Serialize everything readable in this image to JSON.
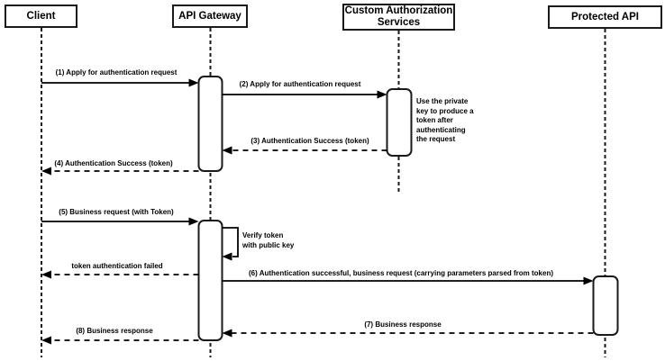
{
  "colors": {
    "line": "#000000",
    "fill": "#ffffff"
  },
  "diagram": {
    "type": "sequence",
    "actors": [
      {
        "name": "Client"
      },
      {
        "name": "API Gateway"
      },
      {
        "name": "Custom Authorization Services"
      },
      {
        "name": "Protected API"
      }
    ],
    "messages": [
      {
        "label": "(1) Apply for authentication request",
        "from": "Client",
        "to": "API Gateway",
        "line": "solid"
      },
      {
        "label": "(2) Apply for authentication request",
        "from": "API Gateway",
        "to": "Custom Authorization Services",
        "line": "solid"
      },
      {
        "label": "(3) Authentication Success (token)",
        "from": "Custom Authorization Services",
        "to": "API Gateway",
        "line": "dashed"
      },
      {
        "label": "(4) Authentication Success (token)",
        "from": "API Gateway",
        "to": "Client",
        "line": "dashed"
      },
      {
        "label": "(5) Business request (with Token)",
        "from": "Client",
        "to": "API Gateway",
        "line": "solid"
      },
      {
        "label": "token authentication failed",
        "from": "API Gateway",
        "to": "Client",
        "line": "dashed"
      },
      {
        "label": "(6) Authentication successful, business request (carrying parameters parsed from token)",
        "from": "API Gateway",
        "to": "Protected API",
        "line": "solid"
      },
      {
        "label": "(7) Business response",
        "from": "Protected API",
        "to": "API Gateway",
        "line": "dashed"
      },
      {
        "label": "(8) Business response",
        "from": "API Gateway",
        "to": "Client",
        "line": "dashed"
      }
    ],
    "self_message": {
      "actor": "API Gateway",
      "text": "Verify token with public key",
      "lines": [
        "Verify token",
        "with public key"
      ]
    },
    "note": {
      "actor": "Custom Authorization Services",
      "text": "Use the private key to produce a token after authenticating the request",
      "lines": [
        "Use the private",
        "key to produce a",
        "token after",
        "authenticating",
        "the request"
      ]
    }
  }
}
